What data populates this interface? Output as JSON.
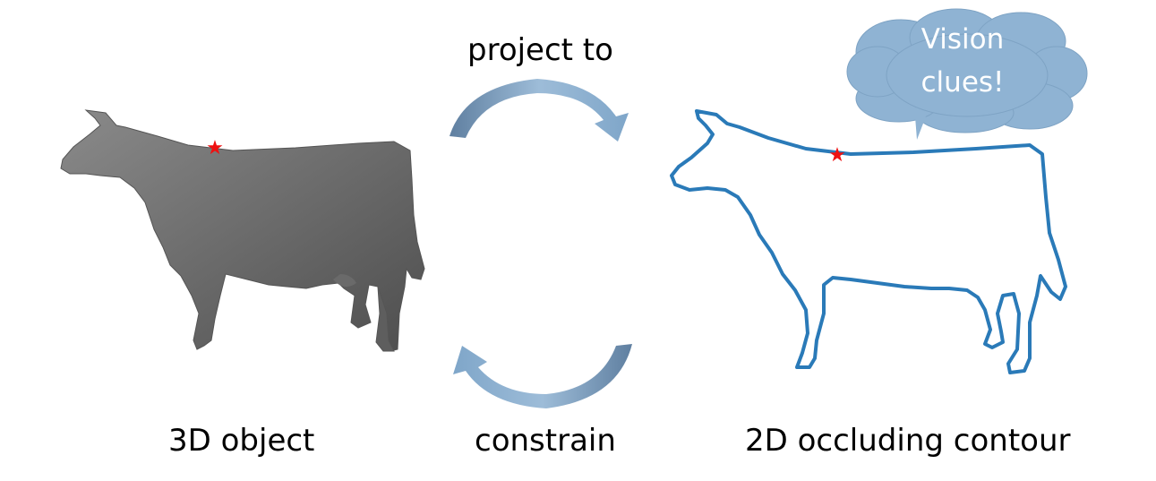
{
  "labels": {
    "left_caption": "3D object",
    "right_caption": "2D occluding contour",
    "top_arrow_label": "project to",
    "bottom_arrow_label": "constrain"
  },
  "bubble": {
    "line1": "Vision",
    "line2": "clues!"
  },
  "colors": {
    "cow_3d": "#6e6e6e",
    "contour": "#2a7ab8",
    "arrow": "#8fb3d3",
    "bubble_fill": "#8fb3d3",
    "star": "#ee1111"
  },
  "icons": {
    "left_star": "red-star-icon",
    "right_star": "red-star-icon"
  }
}
